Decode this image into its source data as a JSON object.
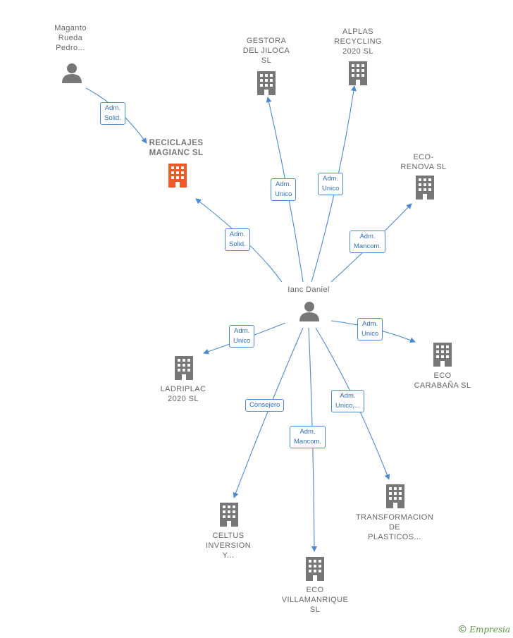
{
  "colors": {
    "edge": "#4a8ad4",
    "company": "#777777",
    "main_company": "#f05a28",
    "person": "#777777"
  },
  "nodes": {
    "maganto": {
      "label": "Maganto\nRueda\nPedro...",
      "type": "person",
      "icon": "person-icon"
    },
    "reciclajes": {
      "label": "RECICLAJES\nMAGIANC  SL",
      "type": "main-company",
      "icon": "building-icon"
    },
    "gestora": {
      "label": "GESTORA\nDEL JILOCA\nSL",
      "type": "company",
      "icon": "building-icon"
    },
    "alplas": {
      "label": "ALPLAS\nRECYCLING\n2020  SL",
      "type": "company",
      "icon": "building-icon"
    },
    "eco_renova": {
      "label": "ECO-\nRENOVA  SL",
      "type": "company",
      "icon": "building-icon"
    },
    "ianc": {
      "label": "Ianc Daniel",
      "type": "person",
      "icon": "person-icon"
    },
    "ladriplac": {
      "label": "LADRIPLAC\n2020  SL",
      "type": "company",
      "icon": "building-icon"
    },
    "eco_carabana": {
      "label": "ECO\nCARABAÑA SL",
      "type": "company",
      "icon": "building-icon"
    },
    "celtus": {
      "label": "CELTUS\nINVERSION\nY...",
      "type": "company",
      "icon": "building-icon"
    },
    "eco_villamanrique": {
      "label": "ECO\nVILLAMANRIQUE\nSL",
      "type": "company",
      "icon": "building-icon"
    },
    "transformacion": {
      "label": "TRANSFORMACION\nDE\nPLASTICOS...",
      "type": "company",
      "icon": "building-icon"
    }
  },
  "edges": {
    "maganto_reciclajes": "Adm.\nSolid.",
    "ianc_reciclajes": "Adm.\nSolid.",
    "ianc_gestora": "Adm.\nUnico",
    "ianc_alplas": "Adm.\nUnico",
    "ianc_eco_renova": "Adm.\nMancom.",
    "ianc_ladriplac": "Adm.\nUnico",
    "ianc_eco_carabana": "Adm.\nUnico",
    "ianc_celtus": "Consejero",
    "ianc_eco_villamanrique": "Adm.\nMancom.",
    "ianc_transformacion": "Adm.\nUnico,..."
  },
  "brand": {
    "copyright": "©",
    "name": "Empresia"
  }
}
